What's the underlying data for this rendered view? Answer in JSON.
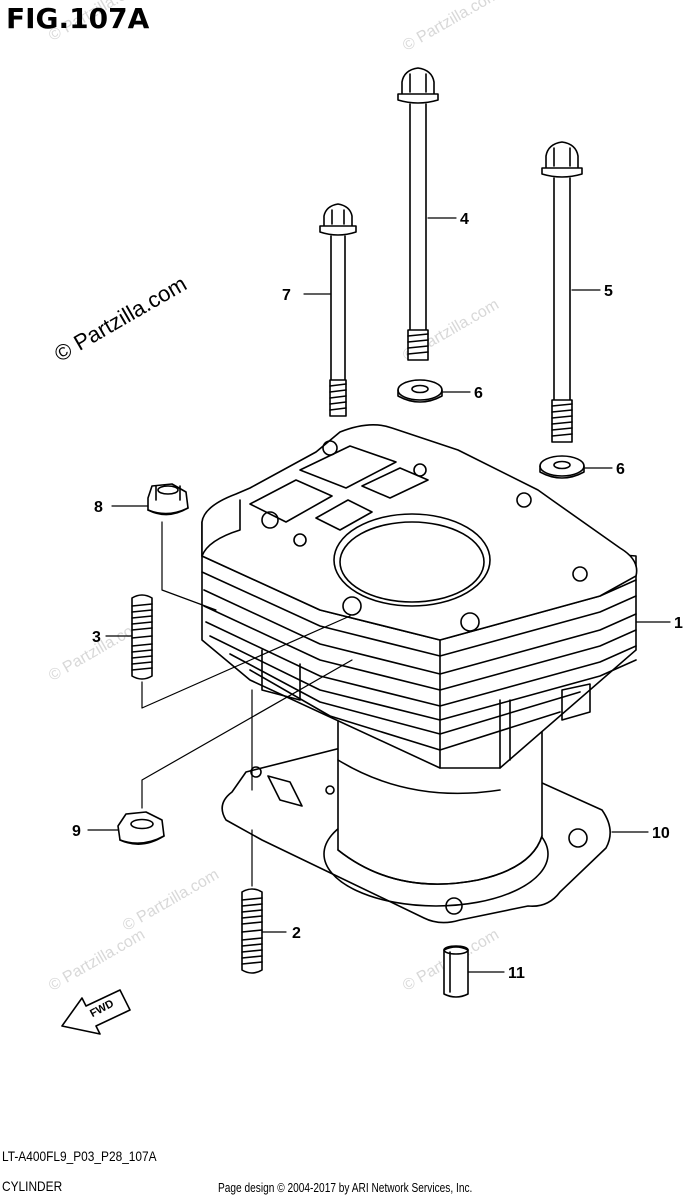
{
  "figure": {
    "title": "FIG.107A",
    "code": "LT-A400FL9_P03_P28_107A",
    "subtitle": "CYLINDER",
    "credit": "Page design © 2004-2017 by ARI Network Services, Inc."
  },
  "watermark": {
    "main": "© Partzilla.com",
    "faint": "© Partzilla.com"
  },
  "direction_badge": "FWD",
  "callouts": [
    "1",
    "2",
    "3",
    "4",
    "5",
    "6",
    "6",
    "7",
    "8",
    "9",
    "10",
    "11"
  ]
}
